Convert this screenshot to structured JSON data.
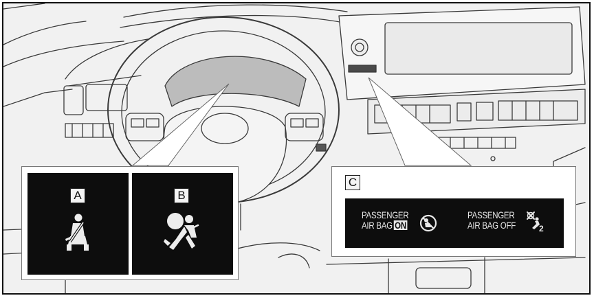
{
  "figure": {
    "labels": {
      "a": "A",
      "b": "B",
      "c": "C"
    },
    "indicators": {
      "a": {
        "icon": "seat-belt-reminder-icon"
      },
      "b": {
        "icon": "srs-airbag-warning-icon"
      }
    },
    "passenger_airbag_on": {
      "line1": "PASSENGER",
      "line2_prefix": "AIR BAG",
      "status": "ON",
      "icon": "airbag-on-indicator-icon"
    },
    "passenger_airbag_off": {
      "line1": "PASSENGER",
      "line2": "AIR BAG OFF",
      "icon": "airbag-off-indicator-icon"
    },
    "colors": {
      "indicator_background": "#0d0d0d",
      "indicator_text": "#e8e8e8",
      "illustration_line": "#3a3a3a"
    }
  }
}
